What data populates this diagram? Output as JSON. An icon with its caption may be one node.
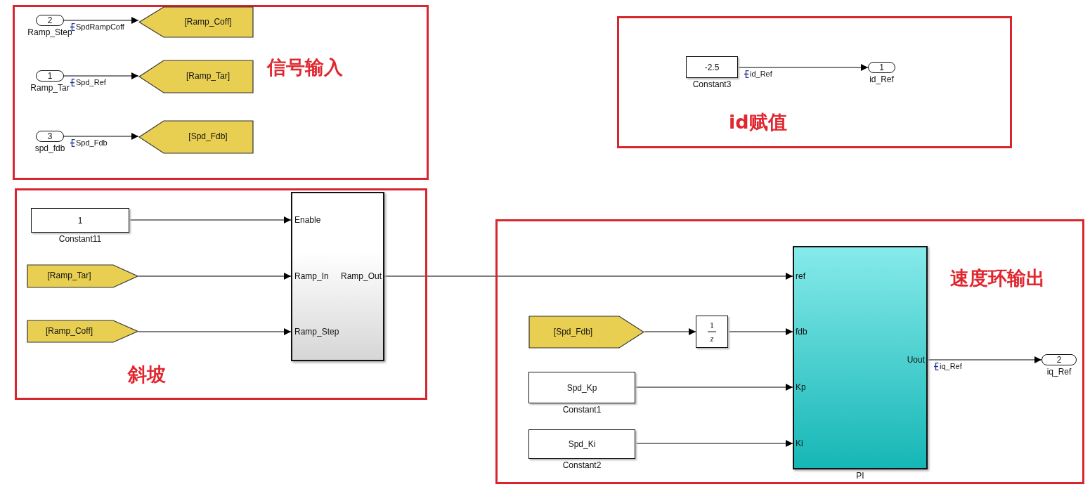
{
  "diagram": {
    "nodes": [
      {
        "text": [
          "信号输入"
        ]
      },
      {
        "text": [
          "2"
        ],
        "beside": [
          "Ramp_Step"
        ],
        "in": 0
      },
      {
        "text": [
          "[Ramp_Coff]"
        ],
        "in": 0
      },
      {
        "text": [
          "1"
        ],
        "beside": [
          "Ramp_Tar"
        ],
        "in": 0
      },
      {
        "text": [
          "[Ramp_Tar]"
        ],
        "in": 0
      },
      {
        "text": [
          "3"
        ],
        "beside": [
          "spd_fdb"
        ],
        "in": 0
      },
      {
        "text": [
          "[Spd_Fdb]"
        ],
        "in": 0
      },
      {
        "text": [
          "id赋值"
        ]
      },
      {
        "text": [
          "-2.5"
        ],
        "beside": [
          "Constant3"
        ],
        "in": 7
      },
      {
        "text": [
          "1"
        ],
        "beside": [
          "id_Ref"
        ],
        "in": 7
      },
      {
        "text": [
          "斜坡"
        ]
      },
      {
        "text": [
          "1"
        ],
        "beside": [
          "Constant11"
        ],
        "in": 10
      },
      {
        "text": [
          "[Ramp_Tar]"
        ],
        "in": 10
      },
      {
        "text": [
          "[Ramp_Coff]"
        ],
        "in": 10
      },
      {
        "text": [
          "Enable",
          "Ramp_In",
          "Ramp_Out",
          "Ramp_Step"
        ],
        "in": 10
      },
      {
        "text": [
          "速度环输出"
        ]
      },
      {
        "text": [
          "[Spd_Fdb]"
        ],
        "in": 15
      },
      {
        "text": [
          "1",
          "z"
        ],
        "in": 15
      },
      {
        "text": [
          "Spd_Kp"
        ],
        "beside": [
          "Constant1"
        ],
        "in": 15
      },
      {
        "text": [
          "Spd_Ki"
        ],
        "beside": [
          "Constant2"
        ],
        "in": 15
      },
      {
        "text": [
          "ref",
          "fdb",
          "Kp",
          "Ki",
          "Uout"
        ],
        "beside": [
          "PI"
        ],
        "in": 15
      },
      {
        "text": [
          "2"
        ],
        "beside": [
          "iq_Ref"
        ],
        "in": 15
      }
    ],
    "edges": [
      {
        "from": 1,
        "to": 2,
        "arrow": "to",
        "label": "SpdRampCoff"
      },
      {
        "from": 3,
        "to": 4,
        "arrow": "to",
        "label": "Spd_Ref"
      },
      {
        "from": 5,
        "to": 6,
        "arrow": "to",
        "label": "Spd_Fdb"
      },
      {
        "from": 8,
        "to": 9,
        "arrow": "to",
        "label": "id_Ref"
      },
      {
        "from": 11,
        "to": 14,
        "arrow": "to"
      },
      {
        "from": 12,
        "to": 14,
        "arrow": "to"
      },
      {
        "from": 13,
        "to": 14,
        "arrow": "to"
      },
      {
        "from": 14,
        "to": 20,
        "arrow": "to"
      },
      {
        "from": 16,
        "to": 17,
        "arrow": "to"
      },
      {
        "from": 17,
        "to": 20,
        "arrow": "to"
      },
      {
        "from": 18,
        "to": 20,
        "arrow": "to"
      },
      {
        "from": 19,
        "to": 20,
        "arrow": "to"
      },
      {
        "from": 20,
        "to": 21,
        "arrow": "to",
        "label": "iq_Ref"
      }
    ]
  }
}
